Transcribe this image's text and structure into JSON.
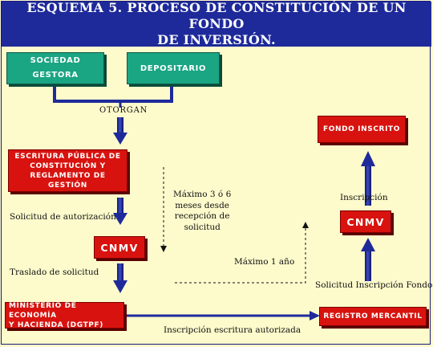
{
  "header": {
    "line1": "ESQUEMA 5. PROCESO DE CONSTITUCIÓN DE UN FONDO",
    "line2": "DE INVERSIÓN."
  },
  "boxes": {
    "sociedad_gestora": [
      "SOCIEDAD",
      "GESTORA"
    ],
    "depositario": "DEPOSITARIO",
    "escritura": [
      "ESCRITURA PÚBLICA DE",
      "CONSTITUCIÓN Y",
      "REGLAMENTO DE",
      "GESTIÓN"
    ],
    "cnmv_left": "CNMV",
    "ministerio": [
      "MINISTERIO DE ECONOMÍA",
      "Y HACIENDA (DGTPF)"
    ],
    "registro": "REGISTRO MERCANTIL",
    "cnmv_right": "CNMV",
    "fondo_inscrito": "FONDO INSCRITO"
  },
  "labels": {
    "otorgan": "OTORGAN",
    "solicitud_autorizacion": "Solicitud de autorización",
    "traslado": "Traslado de solicitud",
    "maximo_3_6": [
      "Máximo 3 ó 6",
      "meses desde",
      "recepción de",
      "solicitud"
    ],
    "maximo_1": "Máximo 1 año",
    "inscripcion_escritura": "Inscripción escritura autorizada",
    "solicitud_inscripcion": "Solicitud Inscripción Fondo",
    "inscripcion": "Inscripción"
  },
  "colors": {
    "header_bg": "#1e2a9a",
    "background": "#fdfbcc",
    "green_box": "#1aa583",
    "red_box": "#d8130f",
    "arrow": "#1e2a9a"
  }
}
